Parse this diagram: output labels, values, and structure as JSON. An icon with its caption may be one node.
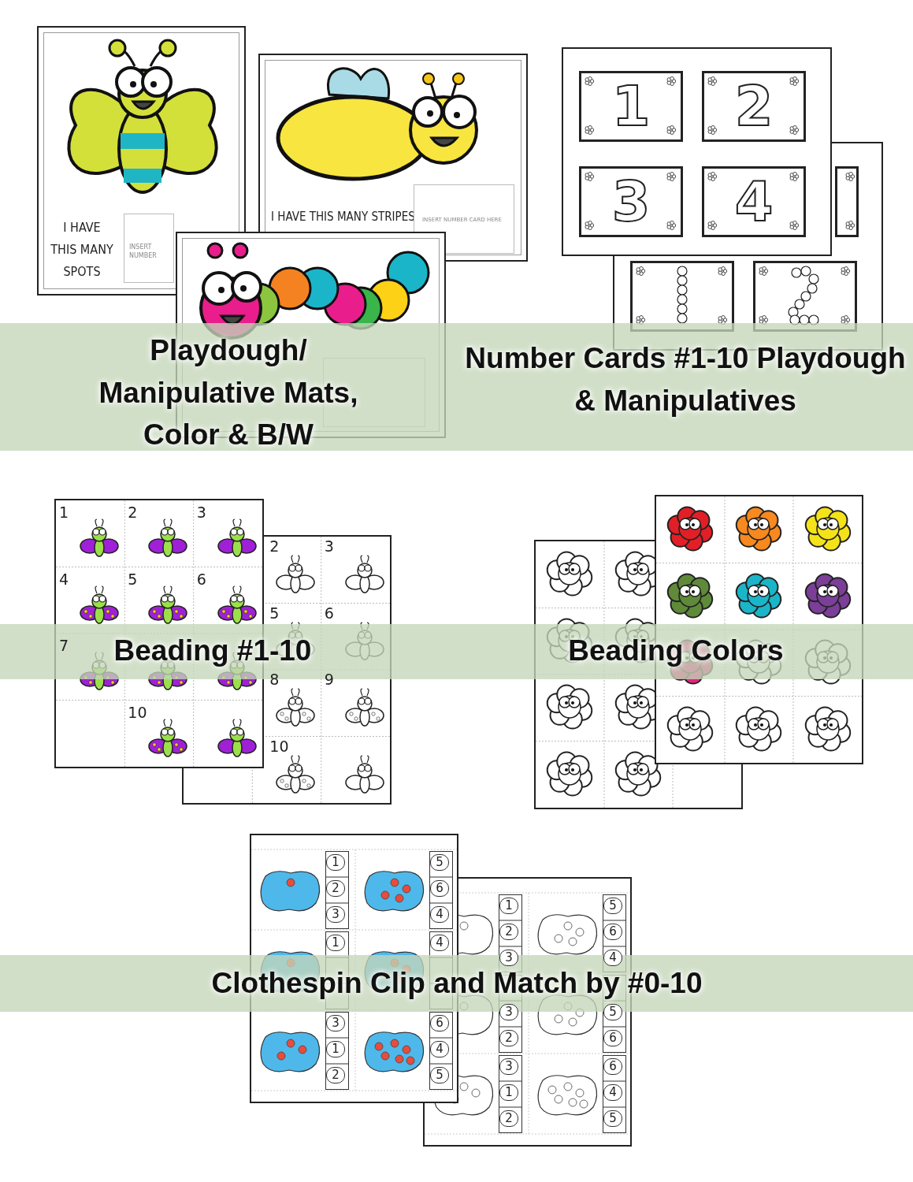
{
  "diagram": {
    "nodes": [
      {
        "text": [
          "I HAVE THIS MANY SPOTS"
        ]
      },
      {
        "text": [
          "INSERT NUMBER"
        ],
        "in": 0
      },
      {
        "text": [
          "I HAVE THIS MANY STRIPES"
        ]
      },
      {
        "text": [
          "INSERT NUMBER CARD HERE"
        ],
        "in": 2
      },
      {
        "text": [],
        "shape": "box"
      },
      {
        "text": [
          "1"
        ]
      },
      {
        "text": [
          "2"
        ]
      },
      {
        "text": [
          "3"
        ]
      },
      {
        "text": [
          "4"
        ]
      },
      {
        "text": [],
        "shape": "box"
      },
      {
        "text": [],
        "shape": "box"
      },
      {
        "text": [],
        "shape": "box"
      }
    ],
    "labels": [
      "Playdough/ Manipulative Mats, Color & B/W",
      "Number Cards #1-10 Playdough & Manipulatives",
      "1",
      "2",
      "3",
      "4",
      "5",
      "6",
      "7",
      "10",
      "2",
      "3",
      "5",
      "6",
      "8",
      "9",
      "10",
      "Beading #1-10",
      "Beading Colors",
      "1",
      "2",
      "3",
      "5",
      "6",
      "4",
      "1",
      "4",
      "3",
      "1",
      "2",
      "6",
      "4",
      "5",
      "1",
      "2",
      "3",
      "5",
      "6",
      "4",
      "3",
      "2",
      "5",
      "6",
      "3",
      "1",
      "2",
      "6",
      "4",
      "5",
      "Clothespin Clip and Match by #0-10"
    ]
  }
}
